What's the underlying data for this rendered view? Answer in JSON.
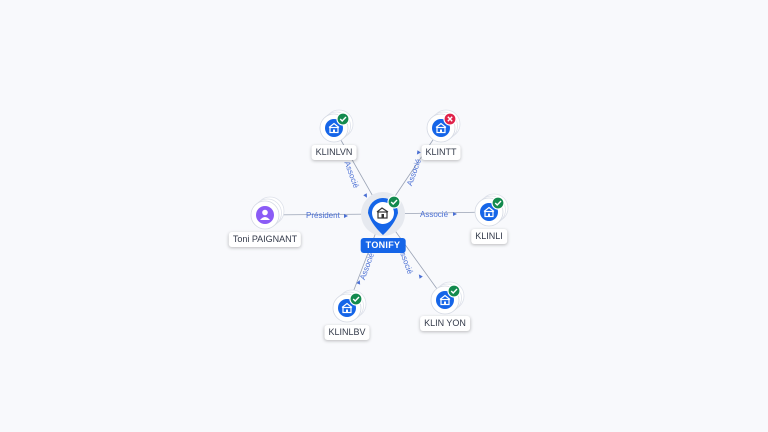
{
  "center": {
    "name": "TONIFY",
    "status": "active"
  },
  "nodes": [
    {
      "id": "klinlvn",
      "name": "KLINLVN",
      "type": "company",
      "status": "active",
      "relation": "Associé"
    },
    {
      "id": "klintt",
      "name": "KLINTT",
      "type": "company",
      "status": "closed",
      "relation": "Associé"
    },
    {
      "id": "toni",
      "name": "Toni PAIGNANT",
      "type": "person",
      "status": "none",
      "relation": "Président"
    },
    {
      "id": "klinli",
      "name": "KLINLI",
      "type": "company",
      "status": "active",
      "relation": "Associé"
    },
    {
      "id": "klinlbv",
      "name": "KLINLBV",
      "type": "company",
      "status": "active",
      "relation": "Associé"
    },
    {
      "id": "klinyon",
      "name": "KLIN YON",
      "type": "company",
      "status": "active",
      "relation": "Associé"
    }
  ],
  "colors": {
    "company": "#1565e8",
    "person": "#8b5cf6",
    "active_badge": "#138a4e",
    "closed_badge": "#e0224a",
    "edge": "#9aa3b5",
    "edge_label": "#4a6fd4"
  }
}
